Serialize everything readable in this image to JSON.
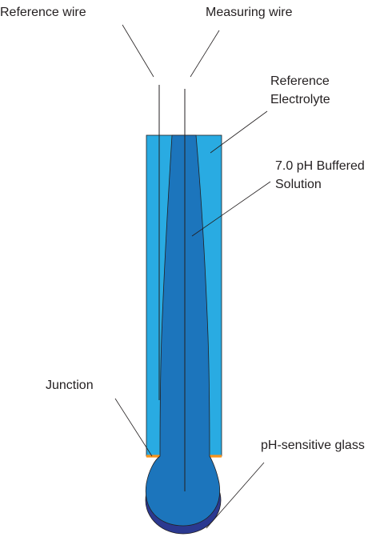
{
  "labels": {
    "reference_wire": "Reference wire",
    "measuring_wire": "Measuring wire",
    "reference_electrolyte_line1": "Reference",
    "reference_electrolyte_line2": "Electrolyte",
    "buffered_solution_line1": "7.0 pH Buffered",
    "buffered_solution_line2": "Solution",
    "junction": "Junction",
    "ph_sensitive_glass": "pH-sensitive glass"
  },
  "colors": {
    "outer_body": "#29abe2",
    "inner_body": "#1c75bc",
    "bulb_shadow": "#2b3990",
    "junction": "#f7941d",
    "stroke": "#231f20",
    "text": "#231f20"
  }
}
